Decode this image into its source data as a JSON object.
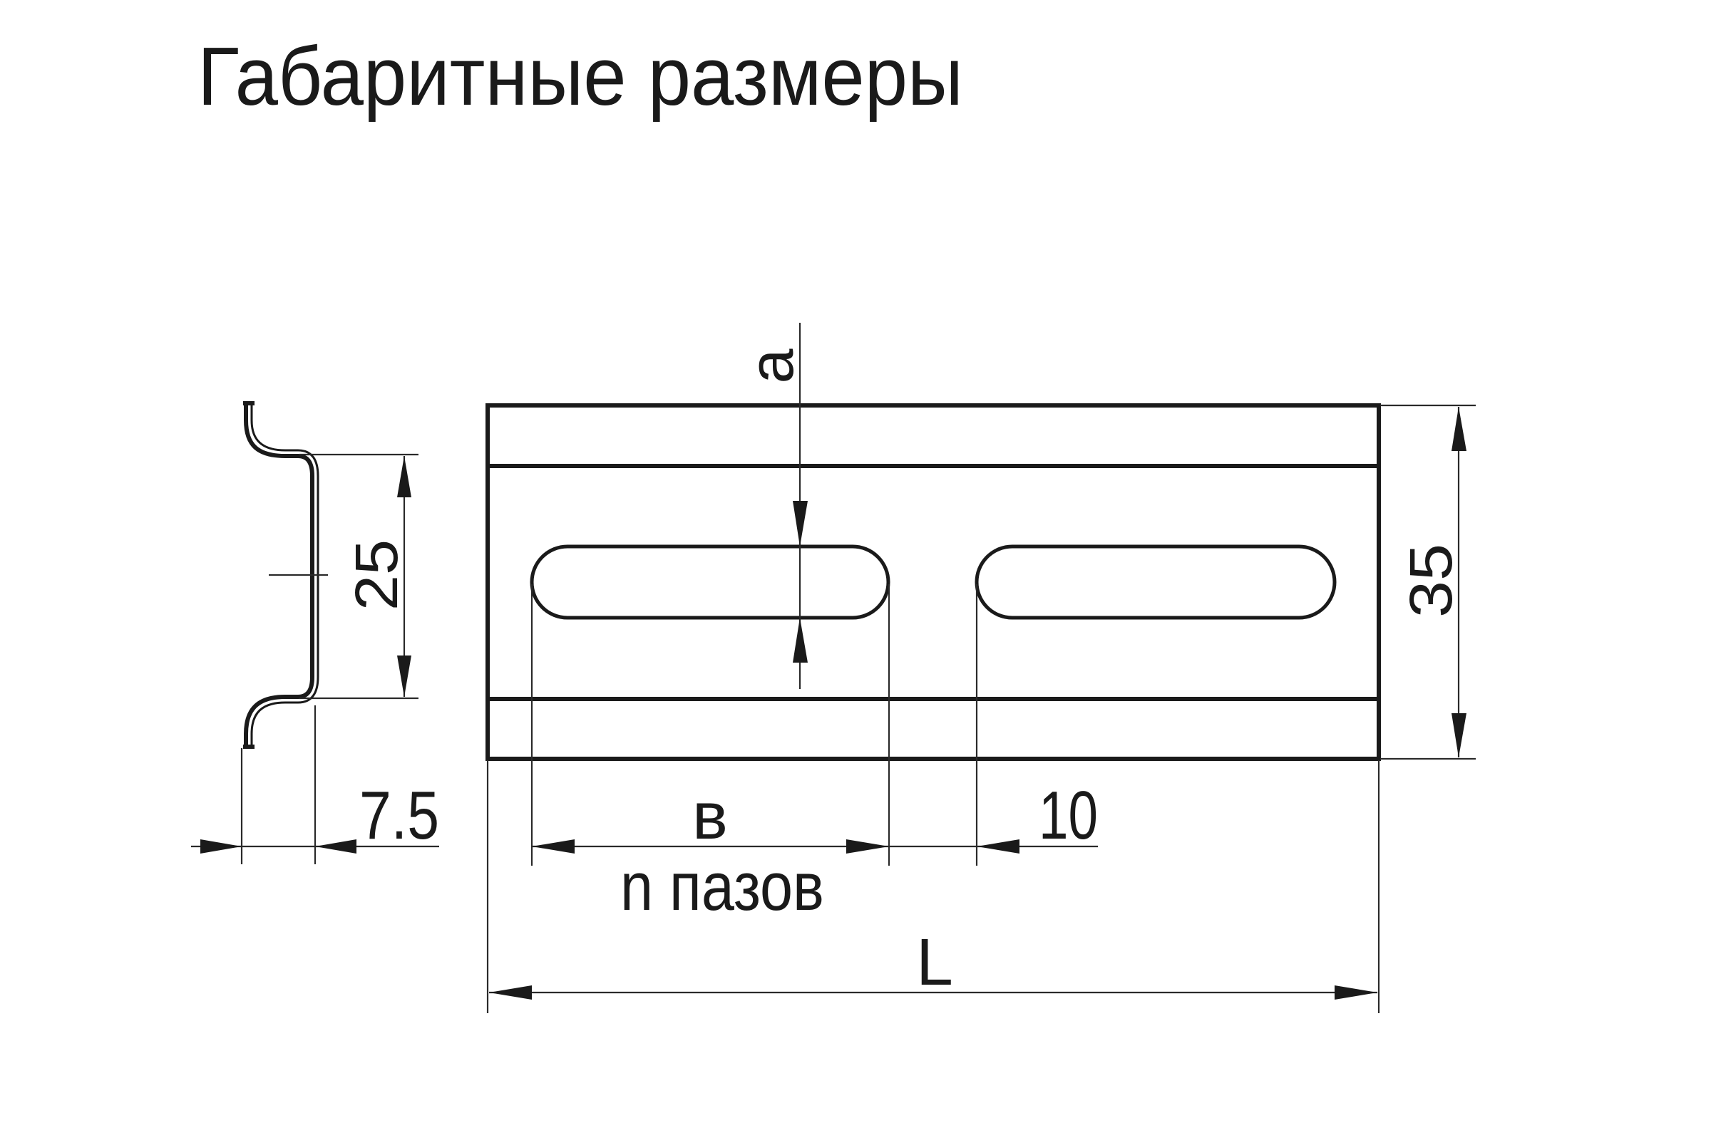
{
  "title": "Габаритные размеры",
  "profile_view": {
    "dim_height_label": "25",
    "dim_depth_label": "7.5"
  },
  "front_view": {
    "dim_slot_offset_label": "a",
    "dim_total_height_label": "35",
    "dim_slot_length_label": "в",
    "dim_slot_gap_label": "10",
    "slot_count_label": "n пазов",
    "dim_total_length_label": "L",
    "slot_count_visible": 2
  },
  "colors": {
    "line": "#1a1a1a",
    "background": "#ffffff"
  }
}
